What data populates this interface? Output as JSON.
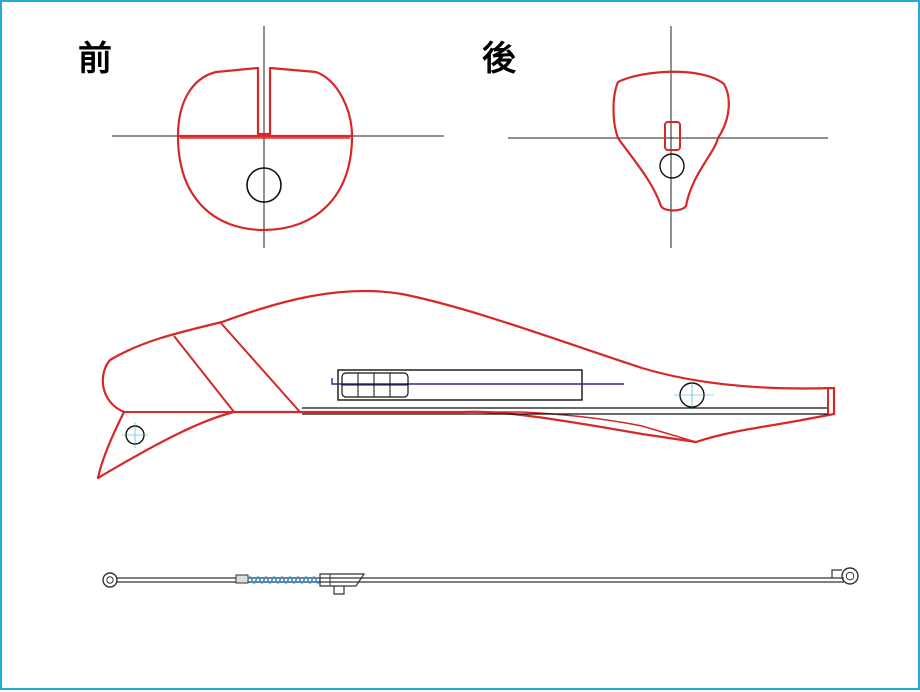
{
  "labels": {
    "front": "前",
    "rear": "後"
  },
  "colors": {
    "frame_border": "#2aa7d9",
    "body_outline": "#d62828",
    "axis_line": "#222222",
    "wire_line": "#2a2a8a",
    "spring": "#2a8fd4",
    "hardware": "#333333",
    "background": "#ffffff"
  },
  "views": [
    "front-view",
    "rear-view",
    "side-view",
    "wire-rig"
  ]
}
